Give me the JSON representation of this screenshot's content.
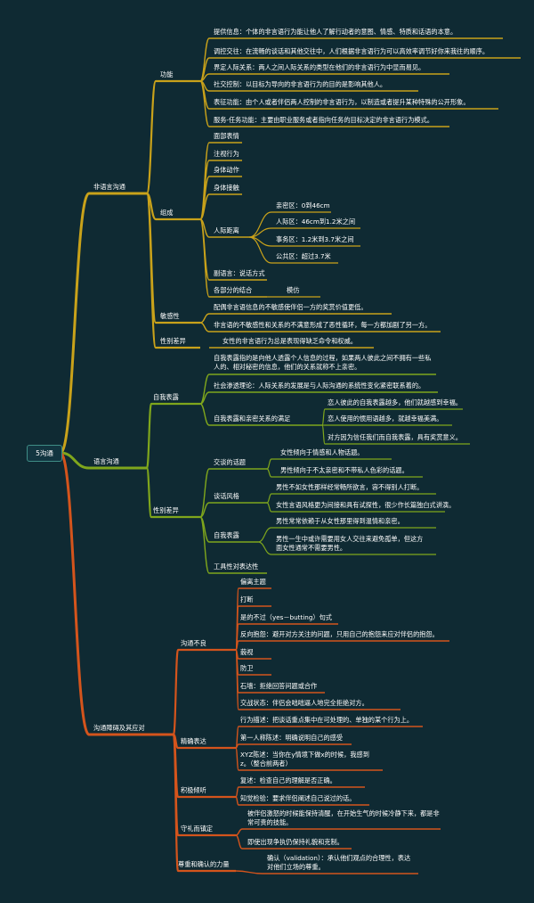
{
  "root": "5沟通",
  "branches": [
    {
      "label": "非语言沟通",
      "color": "#c9a21a",
      "children": [
        {
          "label": "功能",
          "children": [
            {
              "label": "提供信息：个体的非言语行为能让他人了解行动者的意图、情感、特质和话语的本意。"
            },
            {
              "label": "调控交往：在流畅的谈话和其他交往中，人们根据非言语行为可以高效率调节好你来我往的顺序。"
            },
            {
              "label": "界定人际关系：两人之间人际关系的类型在他们的非言语行为中显而易见。"
            },
            {
              "label": "社交控制：以目标为导向的非言语行为的目的是影响其他人。"
            },
            {
              "label": "表征功能：由个人或者伴侣两人控制的非言语行为，以制造或者提升某种特殊的公开形象。"
            },
            {
              "label": "服务-任务功能：主要由职业服务或者指向任务的目标决定的非言语行为模式。"
            }
          ]
        },
        {
          "label": "组成",
          "children": [
            {
              "label": "面部表情"
            },
            {
              "label": "注视行为"
            },
            {
              "label": "身体动作"
            },
            {
              "label": "身体接触"
            },
            {
              "label": "人际距离",
              "children": [
                {
                  "label": "亲密区：0到46cm"
                },
                {
                  "label": "人际区：46cm到1.2米之间"
                },
                {
                  "label": "事务区：1.2米到3.7米之间"
                },
                {
                  "label": "公共区：超过3.7米"
                }
              ]
            },
            {
              "label": "副语言：说话方式"
            },
            {
              "label": "各部分的结合",
              "children": [
                {
                  "label": "模仿"
                }
              ]
            }
          ]
        },
        {
          "label": "敏感性",
          "children": [
            {
              "label": "配偶非言语信息的不敏感使伴侣一方的奖赏价值更低。"
            },
            {
              "label": "非言语的不敏感性和关系的不满意形成了恶性循环，每一方都加剧了另一方。"
            }
          ]
        },
        {
          "label": "性别差异",
          "children": [
            {
              "label": "女性的非言语行为总是表现得缺乏命令和权威。"
            }
          ]
        }
      ]
    },
    {
      "label": "语言沟通",
      "color": "#7fa61c",
      "children": [
        {
          "label": "自我表露",
          "children": [
            {
              "label": "自我表露指的是向他人透露个人信息的过程，如果两人彼此之间不拥有一些私人的、相对秘密的信息，他们的关系就称不上亲密。"
            },
            {
              "label": "社会渗透理论：人际关系的发展是与人际沟通的系统性变化紧密联系着的。"
            },
            {
              "label": "自我表露和亲密关系的满足",
              "children": [
                {
                  "label": "恋人彼此的自我表露越多，他们就越感到幸福。"
                },
                {
                  "label": "恋人使用的惯用语越多，就越幸福美满。"
                },
                {
                  "label": "对方因为信任我们而自我表露，具有奖赏意义。"
                }
              ]
            }
          ]
        },
        {
          "label": "性别差异",
          "children": [
            {
              "label": "交谈的话题",
              "children": [
                {
                  "label": "女性倾向于情感和人物话题。"
                },
                {
                  "label": "男性倾向于不太亲密和不带私人色彩的话题。"
                }
              ]
            },
            {
              "label": "谈话风格",
              "children": [
                {
                  "label": "男性不如女性那样经常畅所欲言，容不得别人打断。"
                },
                {
                  "label": "女性言语风格更为间接和具有试探性，很少作长篇独白式讲演。"
                }
              ]
            },
            {
              "label": "自我表露",
              "children": [
                {
                  "label": "男性常常依赖于从女性那里得到温情和亲密。"
                },
                {
                  "label": "男性一生中或许需要用女人交往来避免孤单，但这方面女性通常不需要男性。"
                }
              ]
            },
            {
              "label": "工具性对表达性"
            }
          ]
        }
      ]
    },
    {
      "label": "沟通障碍及其应对",
      "color": "#d4541c",
      "children": [
        {
          "label": "沟通不良",
          "children": [
            {
              "label": "偏离主题"
            },
            {
              "label": "打断"
            },
            {
              "label": "是的不过（yes－butting）句式"
            },
            {
              "label": "反向抱怨：避开对方关注的问题，只用自己的抱怨来应对伴侣的抱怨。"
            },
            {
              "label": "藐视"
            },
            {
              "label": "防卫"
            },
            {
              "label": "石墙：拒绝回答问题或合作"
            },
            {
              "label": "交战状态：伴侣会咄咄逼人地完全拒绝对方。"
            }
          ]
        },
        {
          "label": "精确表达",
          "children": [
            {
              "label": "行为描述：把谈话重点集中在可处理的、单独的某个行为上。"
            },
            {
              "label": "第一人称陈述：明确说明自己的感受"
            },
            {
              "label": "XYZ陈述：当你在y情境下做x的时候，我感到z。（整合前两者）"
            }
          ]
        },
        {
          "label": "积极倾听",
          "children": [
            {
              "label": "复述：检查自己的理解是否正确。"
            },
            {
              "label": "知觉检验：要求伴侣阐述自己说过的话。"
            }
          ]
        },
        {
          "label": "守礼而镇定",
          "children": [
            {
              "label": "被伴侣激怒的时候能保持清醒，在开始生气的时候冷静下来，都是非常可贵的技能。"
            },
            {
              "label": "即使出现争执仍保持礼貌和克制。"
            }
          ]
        },
        {
          "label": "尊重和确认的力量",
          "children": [
            {
              "label": "确认（validation）：承认他们观点的合理性，表达对他们立场的尊重。"
            }
          ]
        }
      ]
    }
  ]
}
